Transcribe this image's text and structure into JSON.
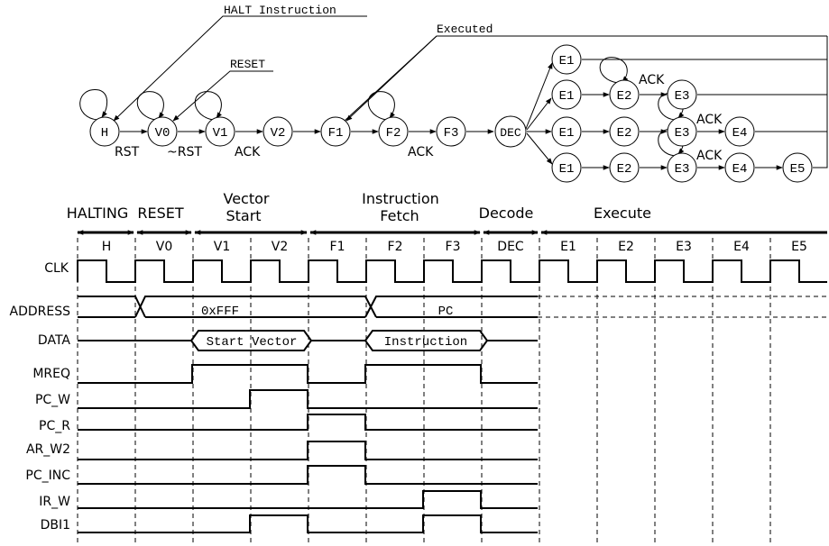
{
  "fsm": {
    "states": {
      "H": "H",
      "V0": "V0",
      "V1": "V1",
      "V2": "V2",
      "F1": "F1",
      "F2": "F2",
      "F3": "F3",
      "DEC": "DEC",
      "E1": "E1",
      "E2": "E2",
      "E3": "E3",
      "E4": "E4",
      "E5": "E5"
    },
    "inputs": {
      "halt": "HALT Instruction",
      "reset": "RESET",
      "executed": "Executed"
    },
    "edge_labels": {
      "rst": "RST",
      "not_rst": "~RST",
      "ack": "ACK"
    }
  },
  "timing": {
    "phases": {
      "halting": "HALTING",
      "reset": "RESET",
      "vector_start_1": "Vector",
      "vector_start_2": "Start",
      "instruction_fetch_1": "Instruction",
      "instruction_fetch_2": "Fetch",
      "decode": "Decode",
      "execute": "Execute"
    },
    "cycles": [
      "H",
      "V0",
      "V1",
      "V2",
      "F1",
      "F2",
      "F3",
      "DEC",
      "E1",
      "E2",
      "E3",
      "E4",
      "E5"
    ],
    "signals": {
      "clk": "CLK",
      "address": "ADDRESS",
      "data": "DATA",
      "mreq": "MREQ",
      "pc_w": "PC_W",
      "pc_r": "PC_R",
      "ar_w2": "AR_W2",
      "pc_inc": "PC_INC",
      "ir_w": "IR_W",
      "dbi1": "DBI1"
    },
    "bus_values": {
      "address_vector": "0xFFF",
      "address_pc": "PC",
      "data_vector": "Start Vector",
      "data_instruction": "Instruction"
    }
  }
}
